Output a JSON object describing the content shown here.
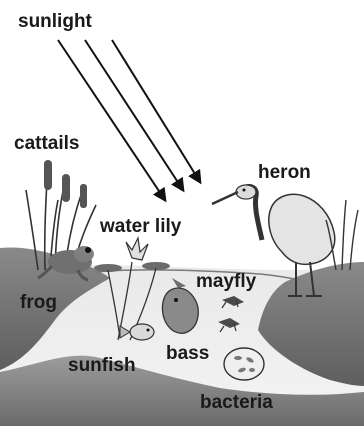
{
  "labels": {
    "sunlight": "sunlight",
    "cattails": "cattails",
    "heron": "heron",
    "water_lily": "water lily",
    "frog": "frog",
    "mayfly": "mayfly",
    "bass": "bass",
    "sunfish": "sunfish",
    "bacteria": "bacteria"
  }
}
